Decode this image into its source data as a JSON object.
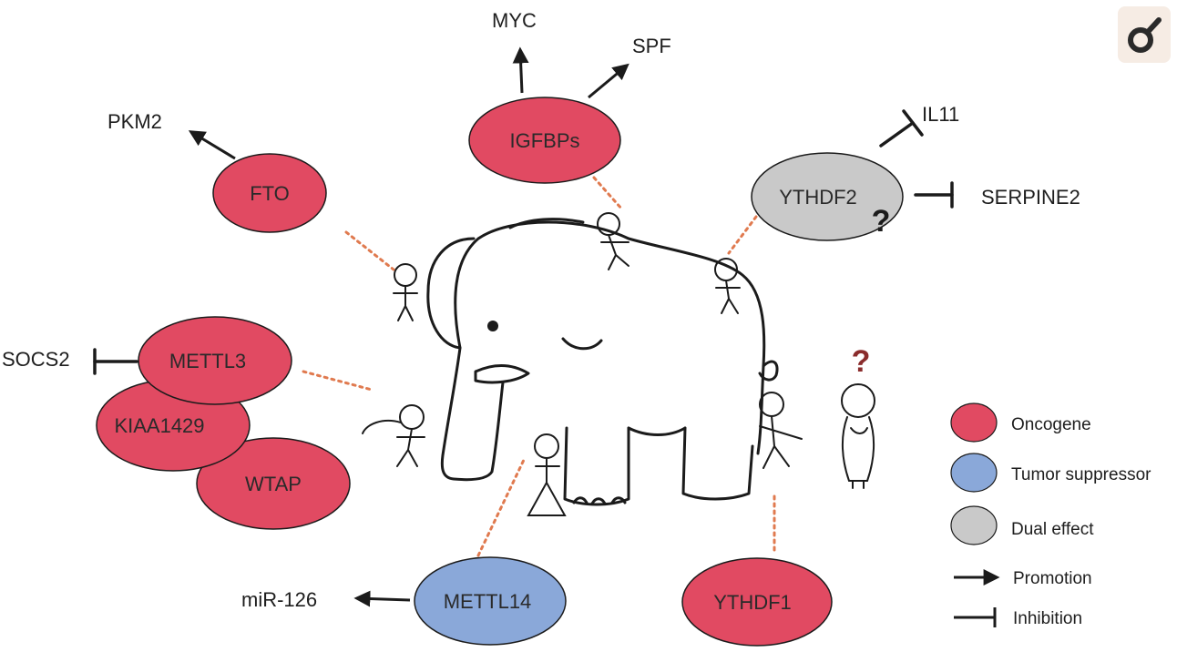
{
  "colors": {
    "oncogene": "#e14a62",
    "tumor_suppressor": "#8aa8d9",
    "dual_effect": "#c9c9c9",
    "outline": "#1b1b1b",
    "dotted_link": "#e07a4f",
    "question_dark": "#1b1b1b",
    "question_red": "#8a2c2c",
    "badge_bg": "#f6ece4"
  },
  "nodes": {
    "fto": "FTO",
    "igfbps": "IGFBPs",
    "ythdf2": "YTHDF2",
    "mettl3": "METTL3",
    "kiaa1429": "KIAA1429",
    "wtap": "WTAP",
    "mettl14": "METTL14",
    "ythdf1": "YTHDF1"
  },
  "targets": {
    "pkm2": "PKM2",
    "myc": "MYC",
    "spf": "SPF",
    "il11": "IL11",
    "serpine2": "SERPINE2",
    "socs2": "SOCS2",
    "mir126": "miR-126"
  },
  "question_marks": {
    "ythdf2": "?",
    "figure": "?"
  },
  "legend": {
    "oncogene": "Oncogene",
    "tumor_suppressor": "Tumor suppressor",
    "dual_effect": "Dual effect",
    "promotion": "Promotion",
    "inhibition": "Inhibition"
  },
  "badge_icon": "logo-badge-icon"
}
